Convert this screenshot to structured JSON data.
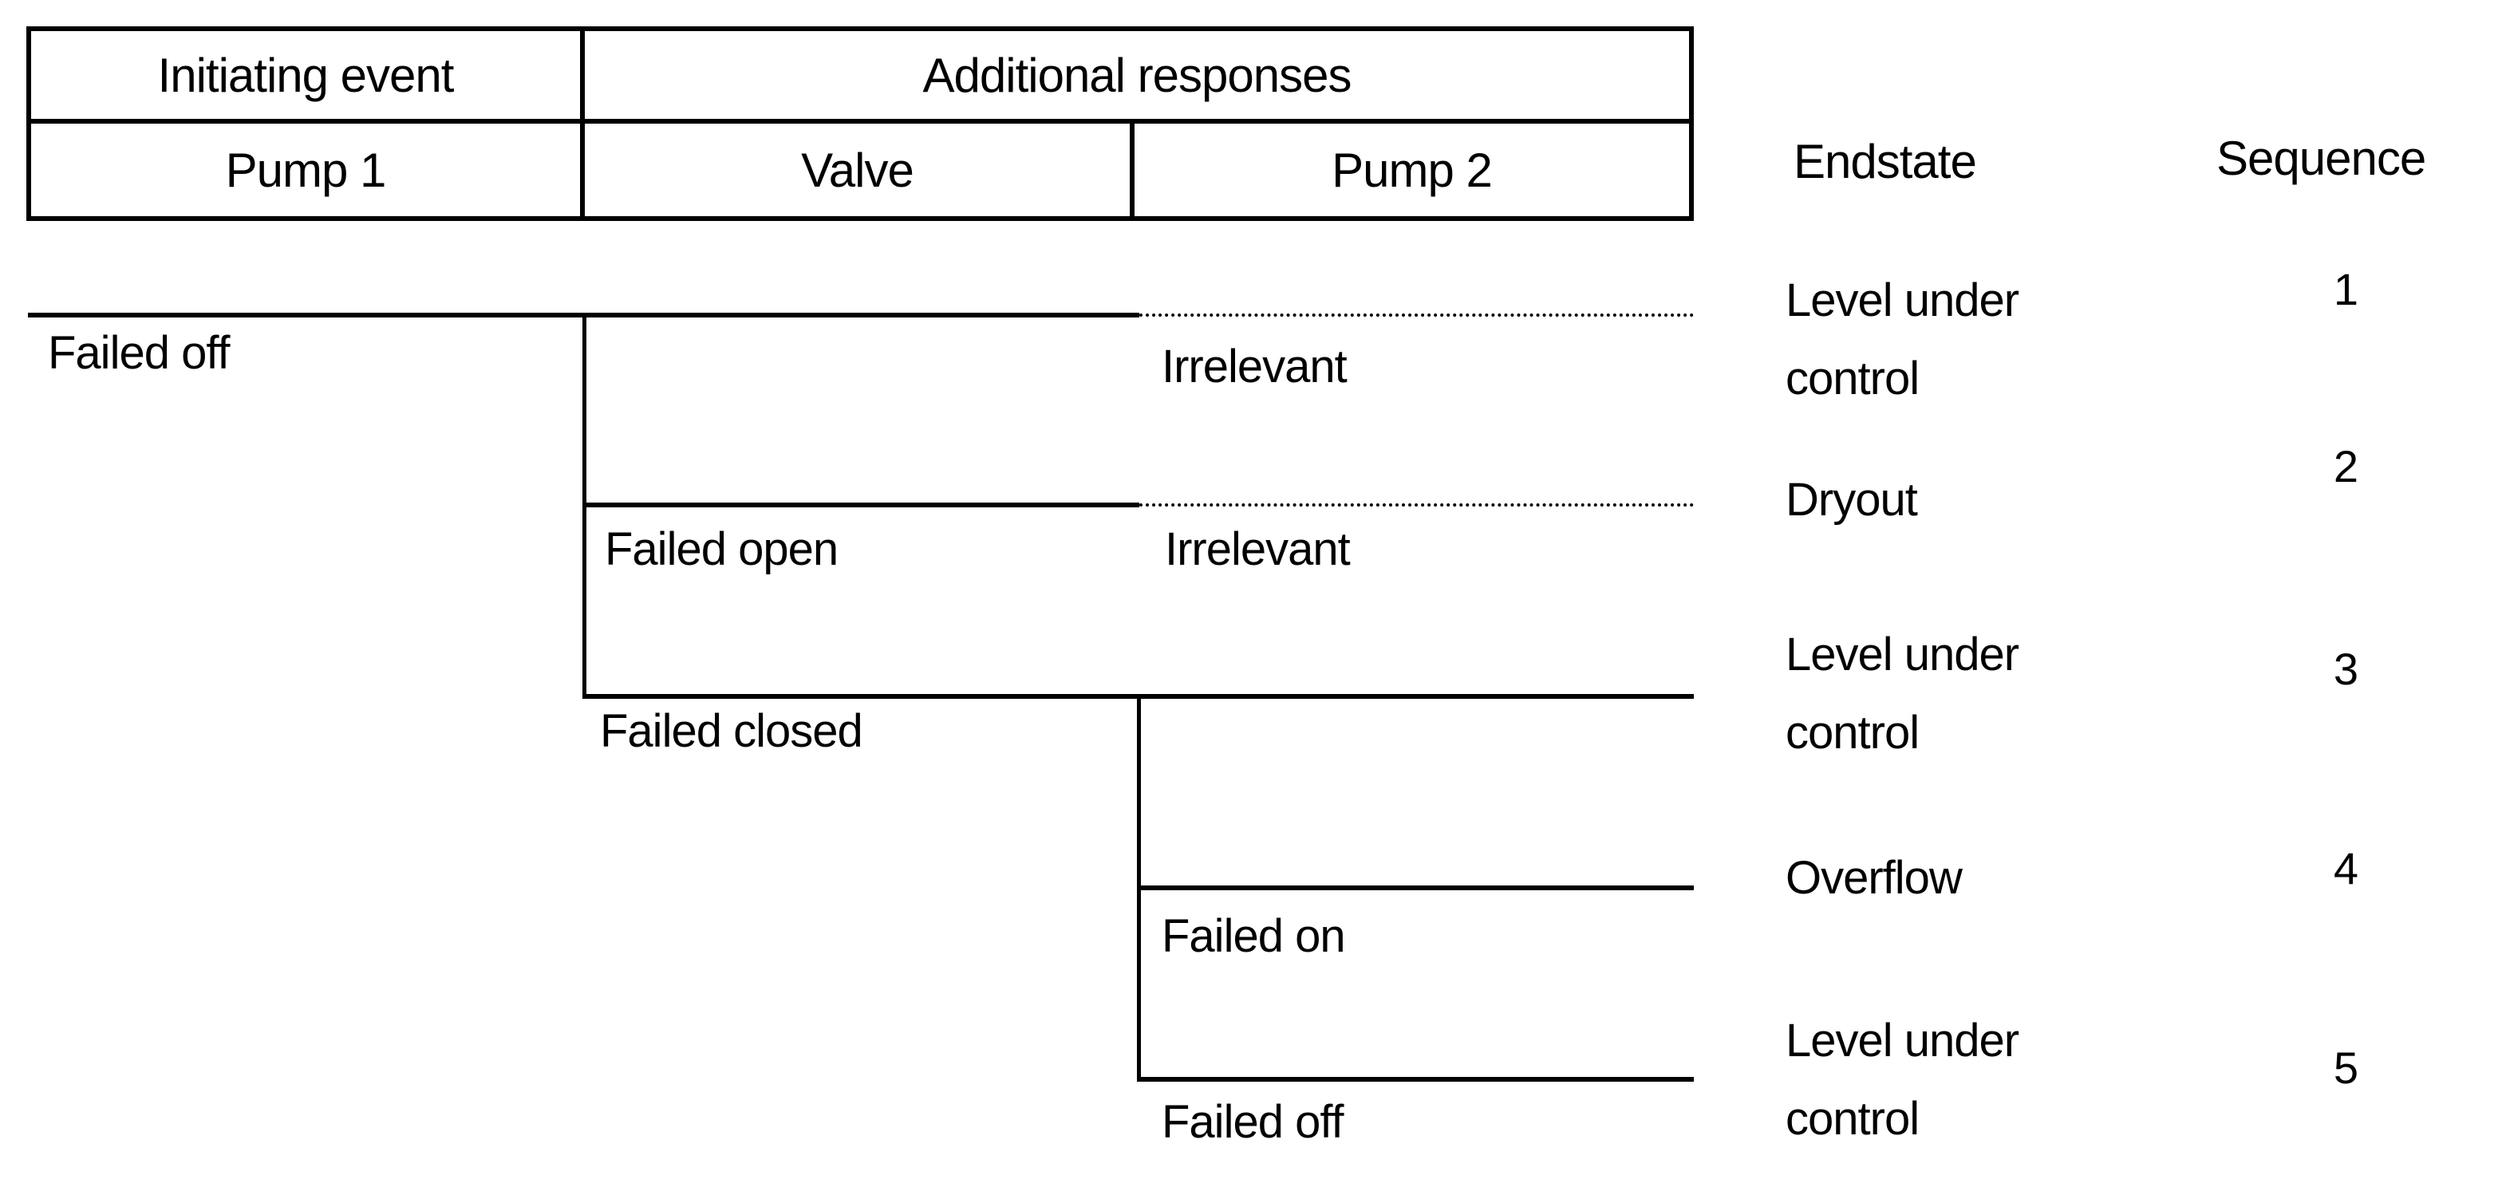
{
  "colors": {
    "background": "#ffffff",
    "line": "#000000",
    "text": "#000000"
  },
  "table": {
    "initiating_event": "Initiating event",
    "additional_responses": "Additional responses",
    "pump1": "Pump 1",
    "valve": "Valve",
    "pump2": "Pump 2"
  },
  "results_header": {
    "endstate": "Endstate",
    "sequence": "Sequence"
  },
  "branch_labels": {
    "pump1_failed_off": "Failed off",
    "valve_failed_open": "Failed open",
    "valve_failed_closed": "Failed closed",
    "pump2_irrelevant_1": "Irrelevant",
    "pump2_irrelevant_2": "Irrelevant",
    "pump2_failed_on": "Failed on",
    "pump2_failed_off": "Failed off"
  },
  "sequences": [
    {
      "endstate": "Level under control",
      "number": "1"
    },
    {
      "endstate": "Dryout",
      "number": "2"
    },
    {
      "endstate": "Level under control",
      "number": "3"
    },
    {
      "endstate": "Overflow",
      "number": "4"
    },
    {
      "endstate": "Level under control",
      "number": "5"
    }
  ]
}
